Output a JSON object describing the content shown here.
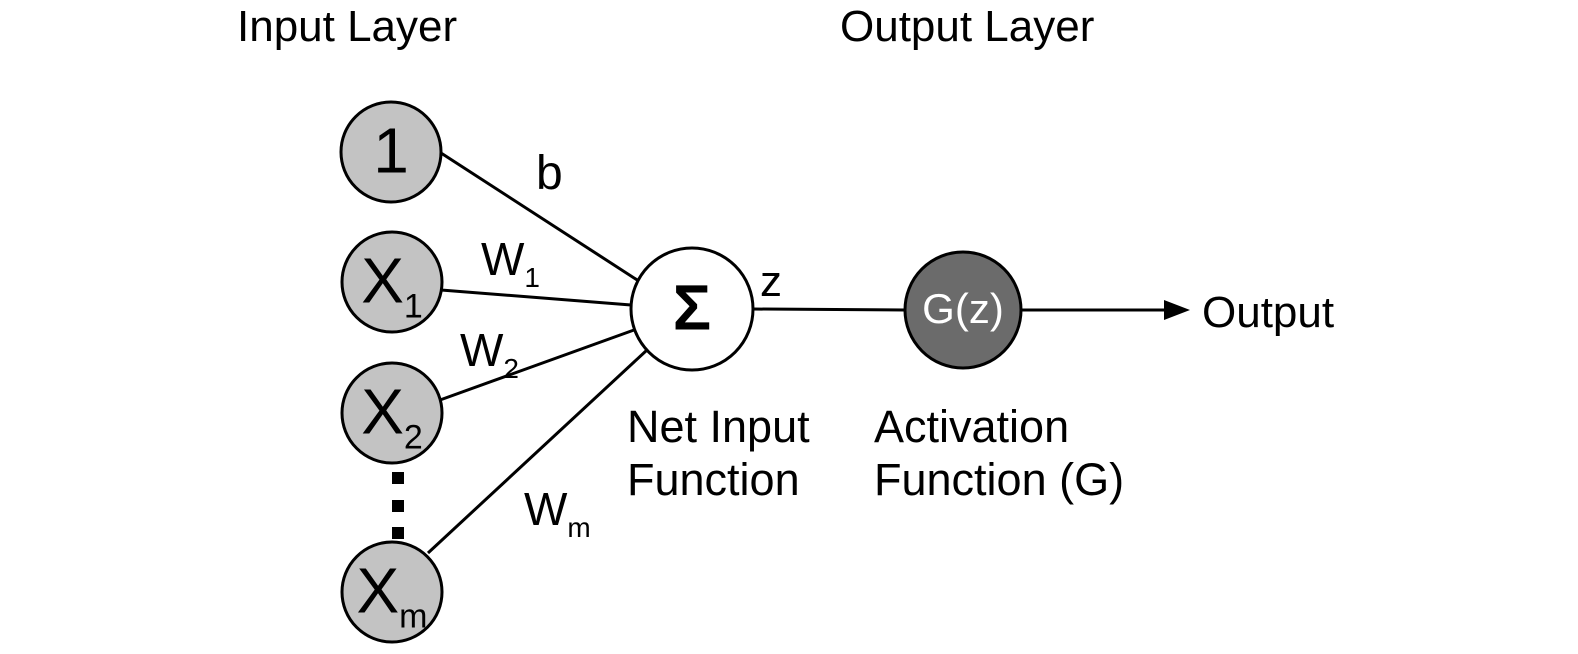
{
  "titles": {
    "input_layer": "Input Layer",
    "output_layer": "Output Layer"
  },
  "nodes": {
    "bias": {
      "label": "1"
    },
    "x1": {
      "base": "X",
      "sub": "1"
    },
    "x2": {
      "base": "X",
      "sub": "2"
    },
    "xm": {
      "base": "X",
      "sub": "m"
    },
    "sum": {
      "symbol": "Σ",
      "caption_line1": "Net Input",
      "caption_line2": "Function"
    },
    "activation": {
      "label": "G(z)",
      "caption_line1": "Activation",
      "caption_line2": "Function (G)"
    }
  },
  "weights": {
    "bias": {
      "label": "b"
    },
    "w1": {
      "base": "W",
      "sub": "1"
    },
    "w2": {
      "base": "W",
      "sub": "2"
    },
    "wm": {
      "base": "W",
      "sub": "m"
    }
  },
  "signal": {
    "z_label": "z",
    "output_label": "Output"
  },
  "edges": [
    {
      "from": "bias-node",
      "to": "sum-node",
      "label": "b"
    },
    {
      "from": "x1-node",
      "to": "sum-node",
      "label": "W1"
    },
    {
      "from": "x2-node",
      "to": "sum-node",
      "label": "W2"
    },
    {
      "from": "xm-node",
      "to": "sum-node",
      "label": "Wm"
    },
    {
      "from": "sum-node",
      "to": "activation-node",
      "label": "z"
    },
    {
      "from": "activation-node",
      "to": "output",
      "label": "Output"
    }
  ],
  "colors": {
    "input_node_fill": "#c3c3c3",
    "sum_node_fill": "#ffffff",
    "activation_node_fill": "#6b6b6b",
    "stroke": "#000000",
    "activation_text": "#ffffff"
  }
}
